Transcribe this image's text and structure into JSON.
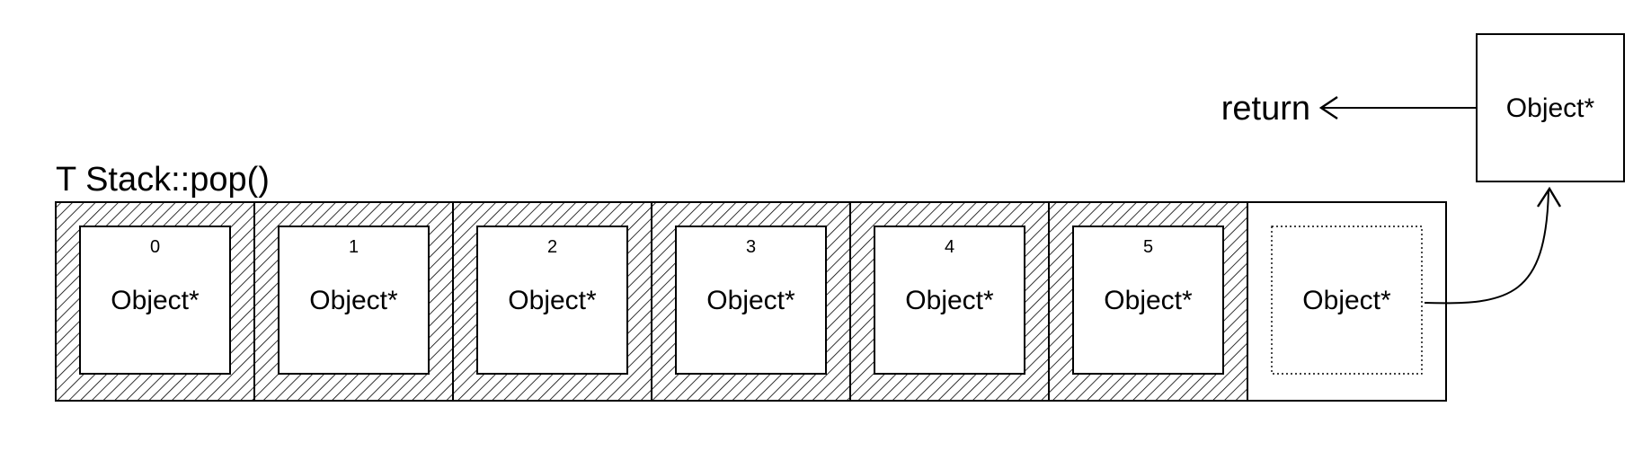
{
  "title": "T Stack::pop()",
  "cells": [
    {
      "index": "0",
      "label": "Object*",
      "occupied": true
    },
    {
      "index": "1",
      "label": "Object*",
      "occupied": true
    },
    {
      "index": "2",
      "label": "Object*",
      "occupied": true
    },
    {
      "index": "3",
      "label": "Object*",
      "occupied": true
    },
    {
      "index": "4",
      "label": "Object*",
      "occupied": true
    },
    {
      "index": "5",
      "label": "Object*",
      "occupied": true
    },
    {
      "index": "",
      "label": "Object*",
      "occupied": false
    }
  ],
  "popped": {
    "label": "Object*"
  },
  "return_label": "return",
  "colors": {
    "stroke": "#000000",
    "background": "#ffffff"
  }
}
